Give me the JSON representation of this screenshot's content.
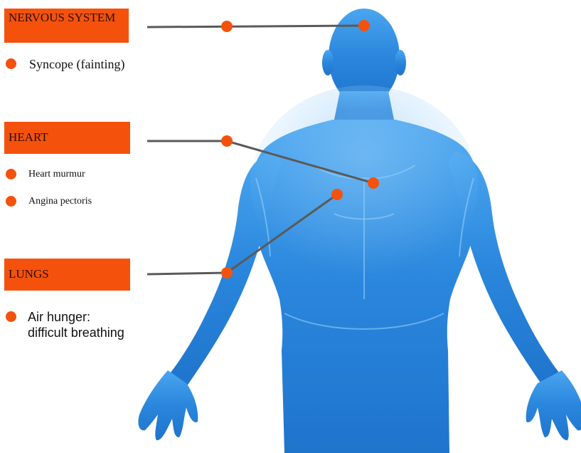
{
  "sections": [
    {
      "title": "NERVOUS SYSTEM",
      "items": [
        "Syncope (fainting)"
      ]
    },
    {
      "title": "HEART",
      "items": [
        "Heart murmur",
        "Angina pectoris"
      ]
    },
    {
      "title": "LUNGS",
      "items": [
        "Air hunger:",
        "difficult breathing"
      ]
    }
  ],
  "colors": {
    "accent": "#f4520c",
    "body": "#2f86dc",
    "connector": "#5a5a5a"
  }
}
